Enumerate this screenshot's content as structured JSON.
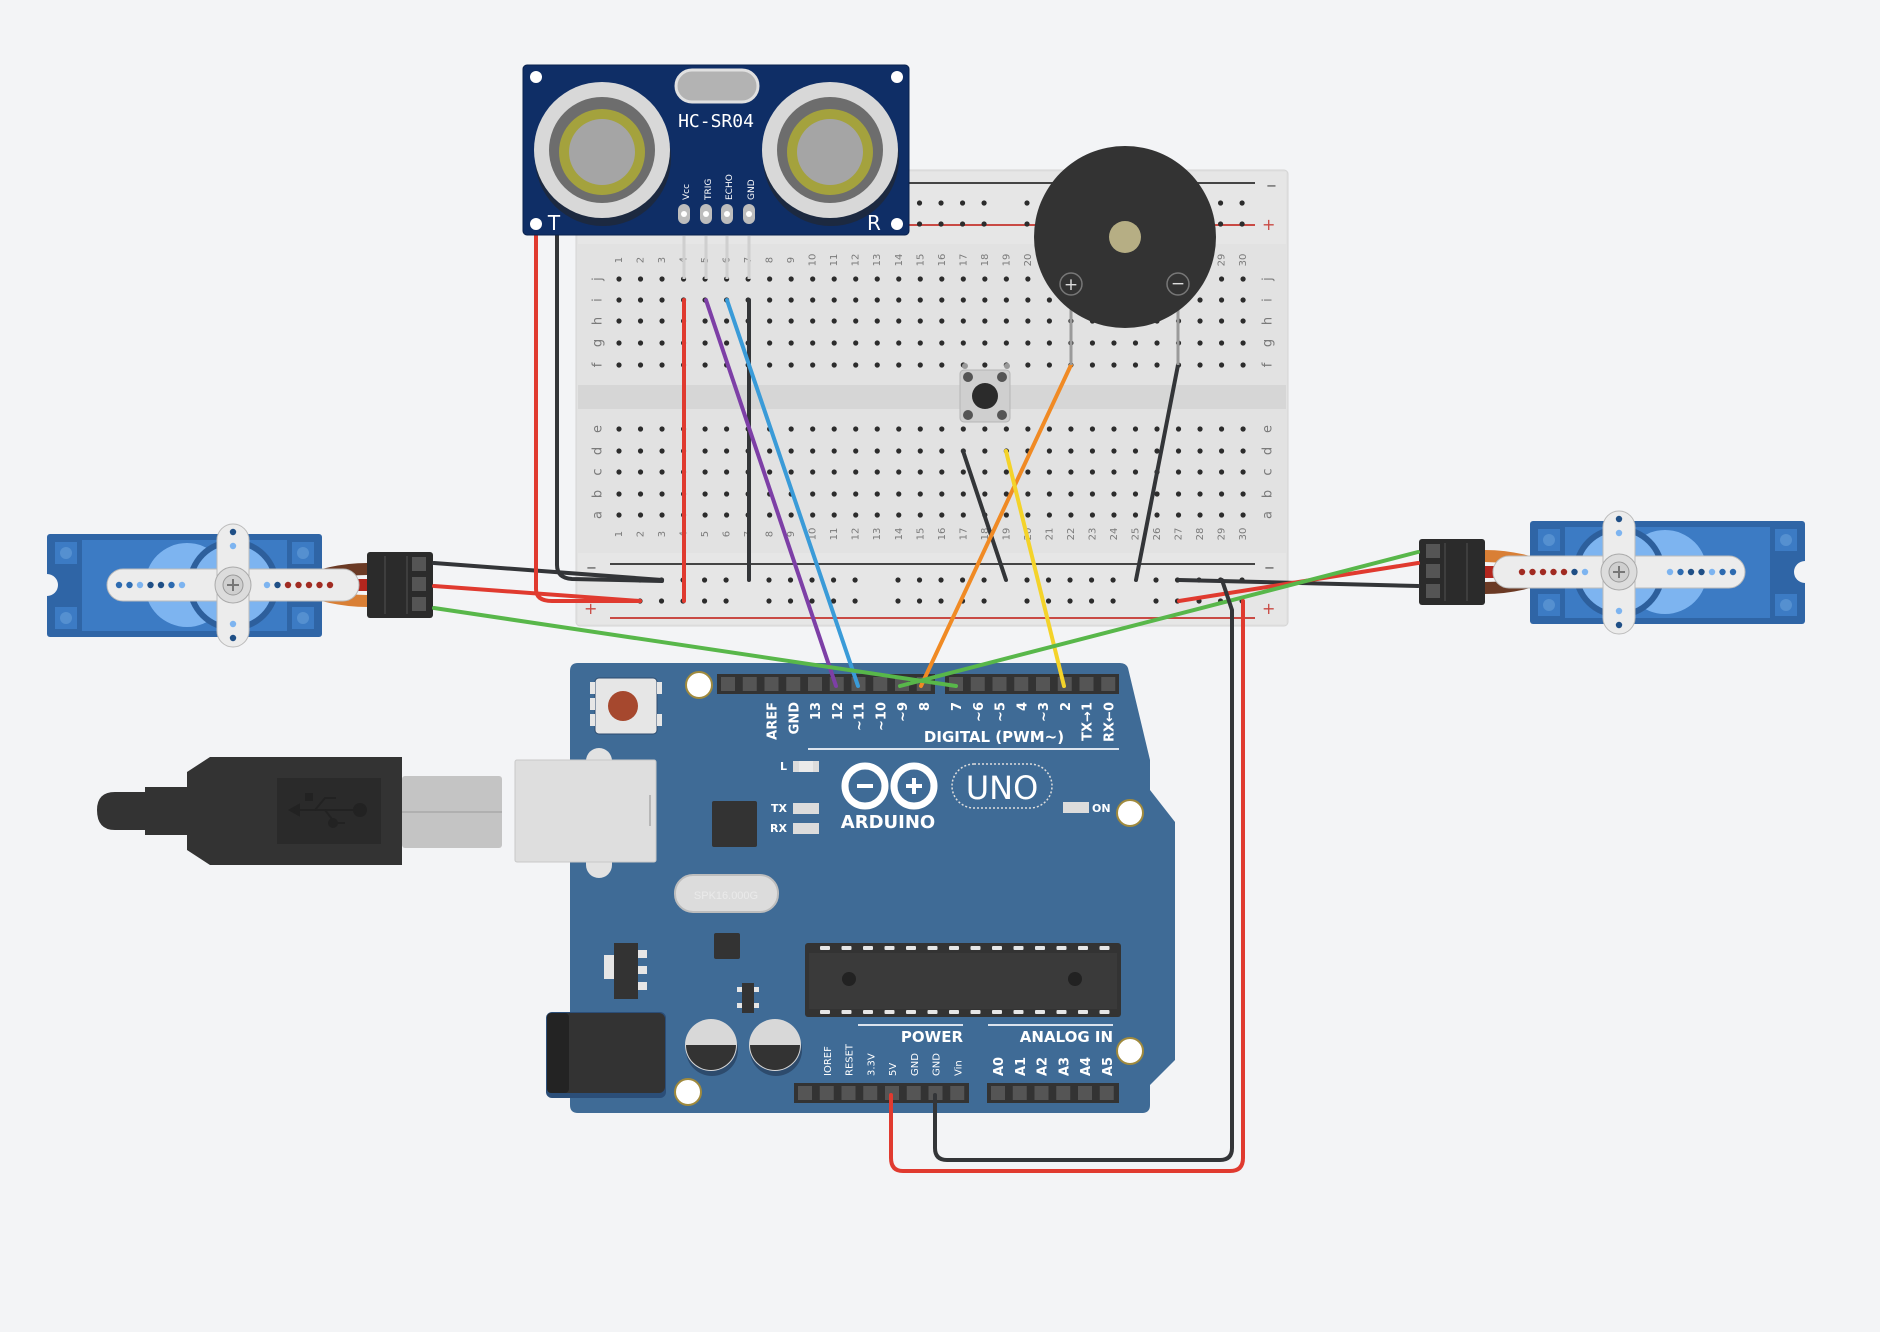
{
  "canvas": {
    "background": "#f3f4f6"
  },
  "ultrasonic_sensor": {
    "model": "HC-SR04",
    "transmitter_label": "T",
    "receiver_label": "R",
    "pins": [
      "Vcc",
      "TRIG",
      "ECHO",
      "GND"
    ],
    "color": "#0f2e66"
  },
  "breadboard": {
    "columns": 30,
    "top_rows": [
      "j",
      "i",
      "h",
      "g",
      "f"
    ],
    "bottom_rows": [
      "e",
      "d",
      "c",
      "b",
      "a"
    ],
    "rail_minus": "−",
    "rail_plus": "+"
  },
  "buzzer": {
    "plus_label": "+",
    "minus_label": "−"
  },
  "arduino": {
    "brand": "ARDUINO",
    "model": "UNO",
    "on_label": "ON",
    "led_labels": {
      "l": "L",
      "tx": "TX",
      "rx": "RX"
    },
    "crystal": "SPK16.000G",
    "digital_title": "DIGITAL (PWM~)",
    "digital_pins_left": [
      "AREF",
      "GND",
      "13",
      "12",
      "~11",
      "~10",
      "~9",
      "8"
    ],
    "digital_pins_right": [
      "7",
      "~6",
      "~5",
      "4",
      "~3",
      "2",
      "TX→1",
      "RX←0"
    ],
    "power_title": "POWER",
    "power_pins": [
      "IOREF",
      "RESET",
      "3.3V",
      "5V",
      "GND",
      "GND",
      "Vin"
    ],
    "analog_title": "ANALOG IN",
    "analog_pins": [
      "A0",
      "A1",
      "A2",
      "A3",
      "A4",
      "A5"
    ],
    "board_color": "#3f6b96"
  },
  "servos": [
    {
      "id": "servo-left",
      "wires": [
        "brown",
        "red",
        "orange"
      ]
    },
    {
      "id": "servo-right",
      "wires": [
        "orange",
        "red",
        "brown"
      ]
    }
  ],
  "wire_colors": {
    "red": "#e03a2f",
    "black": "#333538",
    "purple": "#7d3fa6",
    "blue": "#3a9bd8",
    "orange": "#f08a24",
    "yellow": "#f4d32a",
    "green": "#58b74a"
  },
  "connections": [
    {
      "from": "HC-SR04 Vcc",
      "to": "breadboard col 4",
      "color": "red"
    },
    {
      "from": "HC-SR04 TRIG",
      "to": "Arduino pin 12",
      "color": "purple"
    },
    {
      "from": "HC-SR04 ECHO",
      "to": "Arduino pin ~11",
      "color": "blue"
    },
    {
      "from": "HC-SR04 GND",
      "to": "GND rail",
      "color": "black"
    },
    {
      "from": "Buzzer +",
      "to": "Arduino pin 8",
      "color": "orange"
    },
    {
      "from": "Buzzer −",
      "to": "GND rail",
      "color": "black"
    },
    {
      "from": "Pushbutton",
      "to": "Arduino pin 2",
      "color": "yellow"
    },
    {
      "from": "Pushbutton",
      "to": "GND rail",
      "color": "black"
    },
    {
      "from": "Left servo signal",
      "to": "Arduino pin 7",
      "color": "green"
    },
    {
      "from": "Right servo signal",
      "to": "Arduino pin ~9",
      "color": "green"
    },
    {
      "from": "Arduino 5V",
      "to": "+ rail",
      "color": "red"
    },
    {
      "from": "Arduino GND",
      "to": "− rail",
      "color": "black"
    }
  ]
}
